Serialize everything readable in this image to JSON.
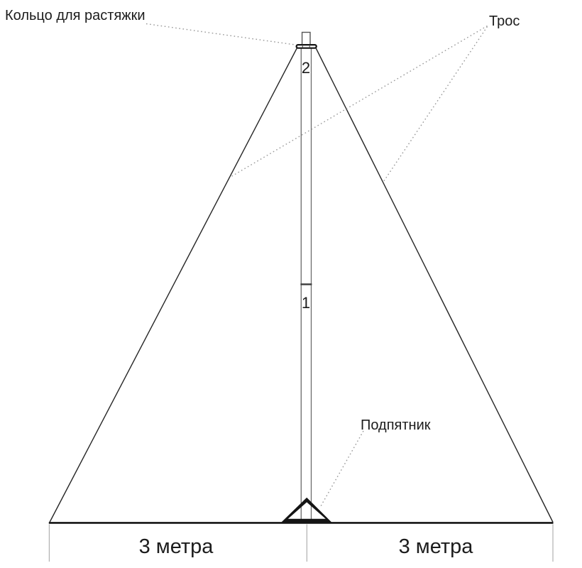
{
  "figure": {
    "description": "Line drawing of a two-section guyed mast with guy ropes, a guy-ring at the top, a heel plate at the base and a 3 m + 3 m ground span dimension",
    "background_color": "#ffffff",
    "labels": {
      "ring": "Кольцо для растяжки",
      "cable": "Трос",
      "heel": "Подпятник",
      "mast_upper_section": "2",
      "mast_lower_section": "1",
      "dim_left": "3 метра",
      "dim_right": "3 метра"
    },
    "colors": {
      "text": "#1c1c1c",
      "wire": "#262626",
      "mast_outline": "#6b6b6b",
      "tube_outline": "#555555",
      "joint": "#3a3a3a",
      "heavy": "#141414",
      "leader": "#999999",
      "extension": "#b0b0b0",
      "fill_white": "#ffffff"
    }
  }
}
